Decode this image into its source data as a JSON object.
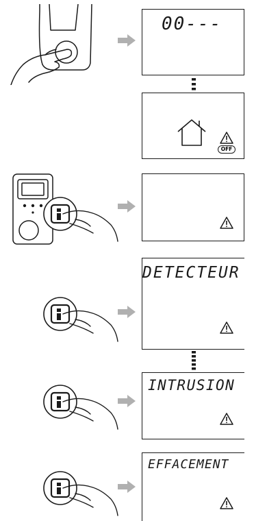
{
  "steps": [
    {
      "id": "step1",
      "display": "00---"
    },
    {
      "id": "step2",
      "off_label": "OFF"
    },
    {
      "id": "step3"
    },
    {
      "id": "step4",
      "display": "DETECTEUR"
    },
    {
      "id": "step5",
      "display": "INTRUSION"
    },
    {
      "id": "step6",
      "display": "EFFACEMENT"
    }
  ],
  "info_button_label": "i",
  "icons": [
    "hand-press-icon",
    "info-button-icon",
    "arrow-right-icon",
    "warning-icon",
    "house-icon",
    "keypad-icon"
  ],
  "colors": {
    "stroke": "#1a1a1a",
    "arrow": "#b0b0b0"
  }
}
